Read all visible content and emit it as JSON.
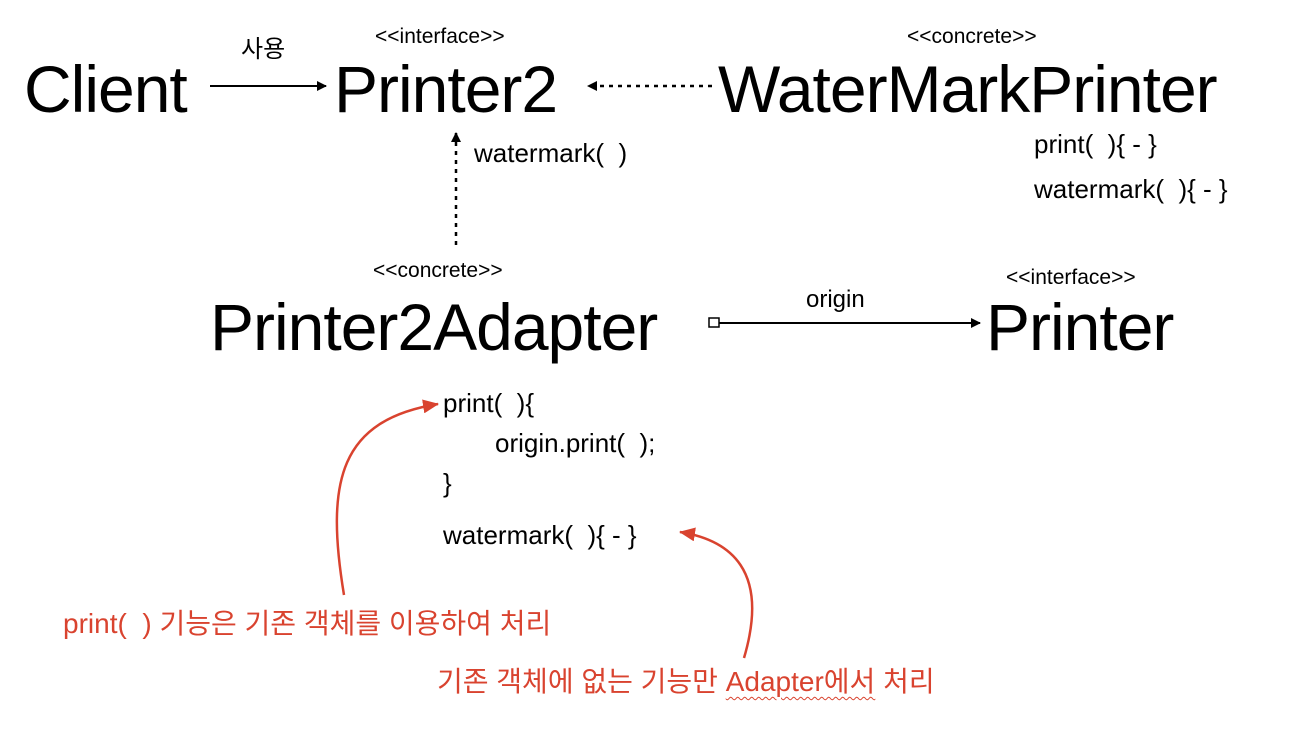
{
  "client": {
    "name": "Client"
  },
  "uses_label": "사용",
  "printer2": {
    "stereotype": "<<interface>>",
    "name": "Printer2",
    "method": "watermark(  )"
  },
  "watermark_printer": {
    "stereotype": "<<concrete>>",
    "name": "WaterMarkPrinter",
    "methods": [
      "print(  ){ - }",
      "watermark(  ){ - }"
    ]
  },
  "adapter": {
    "stereotype": "<<concrete>>",
    "name": "Printer2Adapter",
    "code": [
      "print(  ){",
      "origin.print(  );",
      "}",
      "watermark(  ){ - }"
    ]
  },
  "printer": {
    "stereotype": "<<interface>>",
    "name": "Printer"
  },
  "origin_label": "origin",
  "notes": {
    "reuse": "print(  ) 기능은 기존 객체를 이용하여 처리",
    "new_part1": "기존 객체에 없는 기능만 ",
    "new_highlight": "Adapter에서",
    "new_part2": " 처리"
  },
  "colors": {
    "text": "#000000",
    "annotation": "#d9432f"
  }
}
